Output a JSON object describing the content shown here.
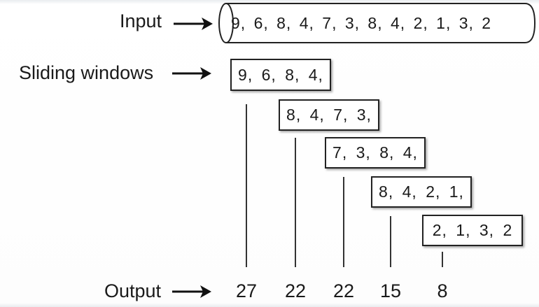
{
  "labels": {
    "input": "Input",
    "sliding_windows": "Sliding windows",
    "output": "Output"
  },
  "input": {
    "values": "9, 6, 8, 4, 7, 3, 8, 4, 2, 1, 3, 2"
  },
  "windows": [
    {
      "text": "9, 6, 8, 4,"
    },
    {
      "text": "8, 4, 7, 3,"
    },
    {
      "text": "7, 3, 8, 4,"
    },
    {
      "text": "8, 4, 2, 1,"
    },
    {
      "text": "2, 1, 3, 2"
    }
  ],
  "outputs": [
    "27",
    "22",
    "22",
    "15",
    "8"
  ]
}
